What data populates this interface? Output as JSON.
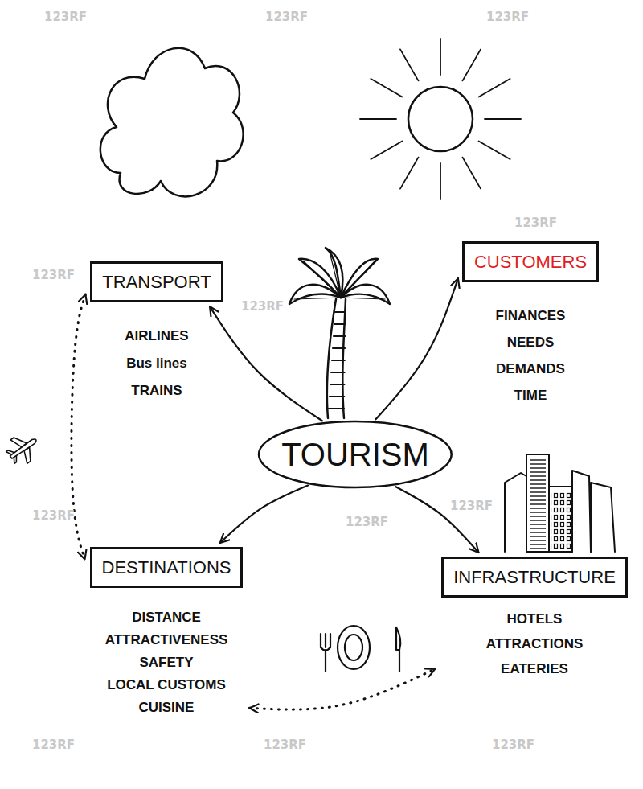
{
  "diagram": {
    "nodes": [
      {
        "text": [
          "TRANSPORT",
          "AIRLINES",
          "Bus lines",
          "TRAINS"
        ]
      },
      {
        "text": [
          "CUSTOMERS",
          "FINANCES",
          "NEEDS",
          "DEMANDS",
          "TIME"
        ]
      },
      {
        "text": [
          "TOURISM"
        ]
      },
      {
        "text": [
          "DESTINATIONS",
          "DISTANCE",
          "ATTRACTIVENESS",
          "SAFETY",
          "LOCAL CUSTOMS",
          "CUISINE"
        ]
      },
      {
        "text": [
          "INFRASTRUCTURE",
          "HOTELS",
          "ATTRACTIONS",
          "EATERIES"
        ]
      }
    ],
    "edges": [
      {
        "from": 2,
        "to": 0,
        "arrow": "to"
      },
      {
        "from": 2,
        "to": 1,
        "arrow": "to"
      },
      {
        "from": 2,
        "to": 3,
        "arrow": "to"
      },
      {
        "from": 2,
        "to": 4,
        "arrow": "to"
      },
      {
        "from": 0,
        "to": 3,
        "arrow": "both"
      },
      {
        "from": 3,
        "to": 4,
        "arrow": "both"
      }
    ],
    "labels": [
      "123RF",
      "123RF",
      "123RF",
      "123RF",
      "123RF",
      "123RF",
      "123RF",
      "123RF",
      "123RF",
      "123RF",
      "123RF",
      "123RF"
    ]
  }
}
